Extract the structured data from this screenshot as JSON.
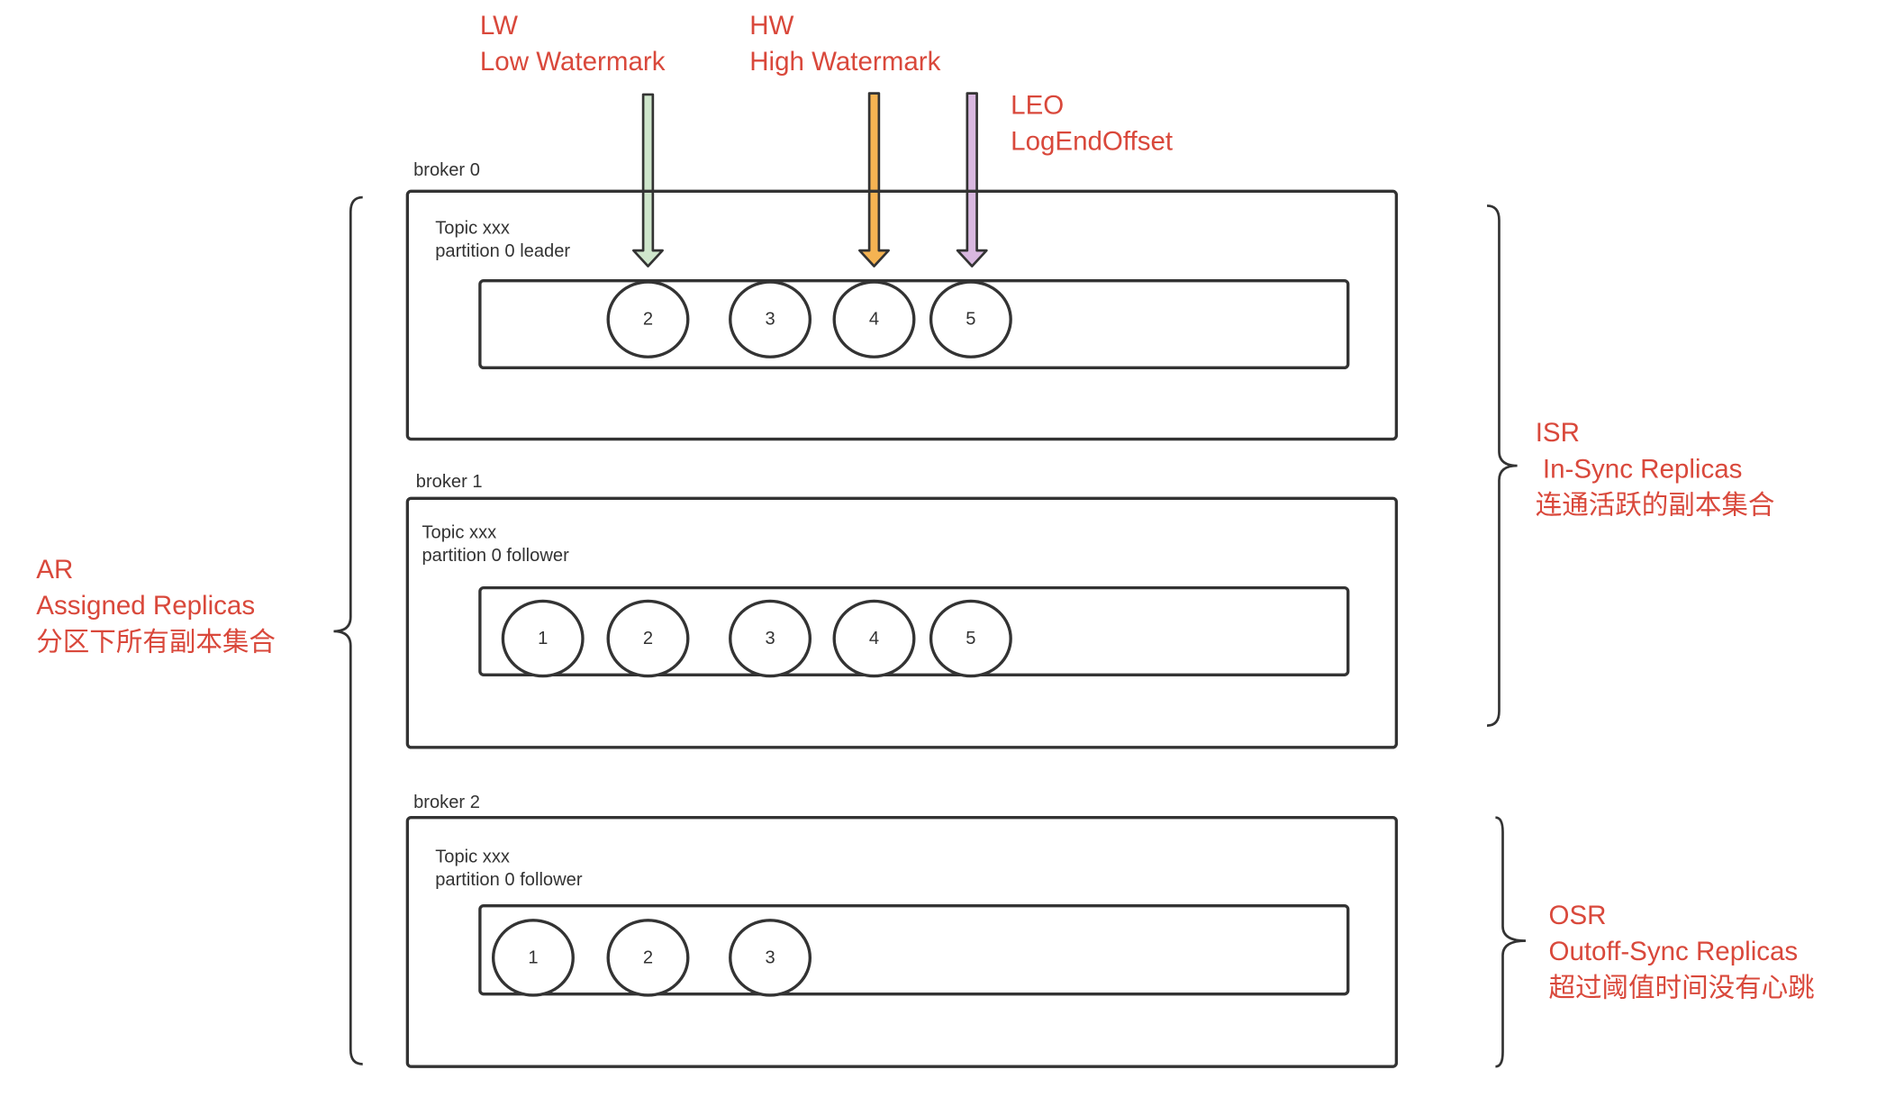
{
  "annotations": {
    "lw": {
      "abbr": "LW",
      "full": "Low Watermark",
      "arrow_color": "#cfe6cc"
    },
    "hw": {
      "abbr": "HW",
      "full": "High Watermark",
      "arrow_color": "#f5b352"
    },
    "leo": {
      "abbr": "LEO",
      "full": "LogEndOffset",
      "arrow_color": "#d9b8e0"
    }
  },
  "brokers": [
    {
      "label": "broker 0",
      "topic": "Topic xxx",
      "partition": "partition 0 leader",
      "offsets": [
        "2",
        "3",
        "4",
        "5"
      ]
    },
    {
      "label": "broker 1",
      "topic": "Topic xxx",
      "partition": "partition 0 follower",
      "offsets": [
        "1",
        "2",
        "3",
        "4",
        "5"
      ]
    },
    {
      "label": "broker 2",
      "topic": "Topic xxx",
      "partition": "partition 0 follower",
      "offsets": [
        "1",
        "2",
        "3"
      ]
    }
  ],
  "groups": {
    "ar": {
      "abbr": "AR",
      "full": "Assigned Replicas",
      "desc": "分区下所有副本集合"
    },
    "isr": {
      "abbr": "ISR",
      "full": " In-Sync Replicas",
      "desc": "连通活跃的副本集合"
    },
    "osr": {
      "abbr": "OSR",
      "full": "Outoff-Sync Replicas",
      "desc": "超过阈值时间没有心跳"
    }
  },
  "colors": {
    "annotation_text": "#d9483b",
    "line": "#333333"
  }
}
